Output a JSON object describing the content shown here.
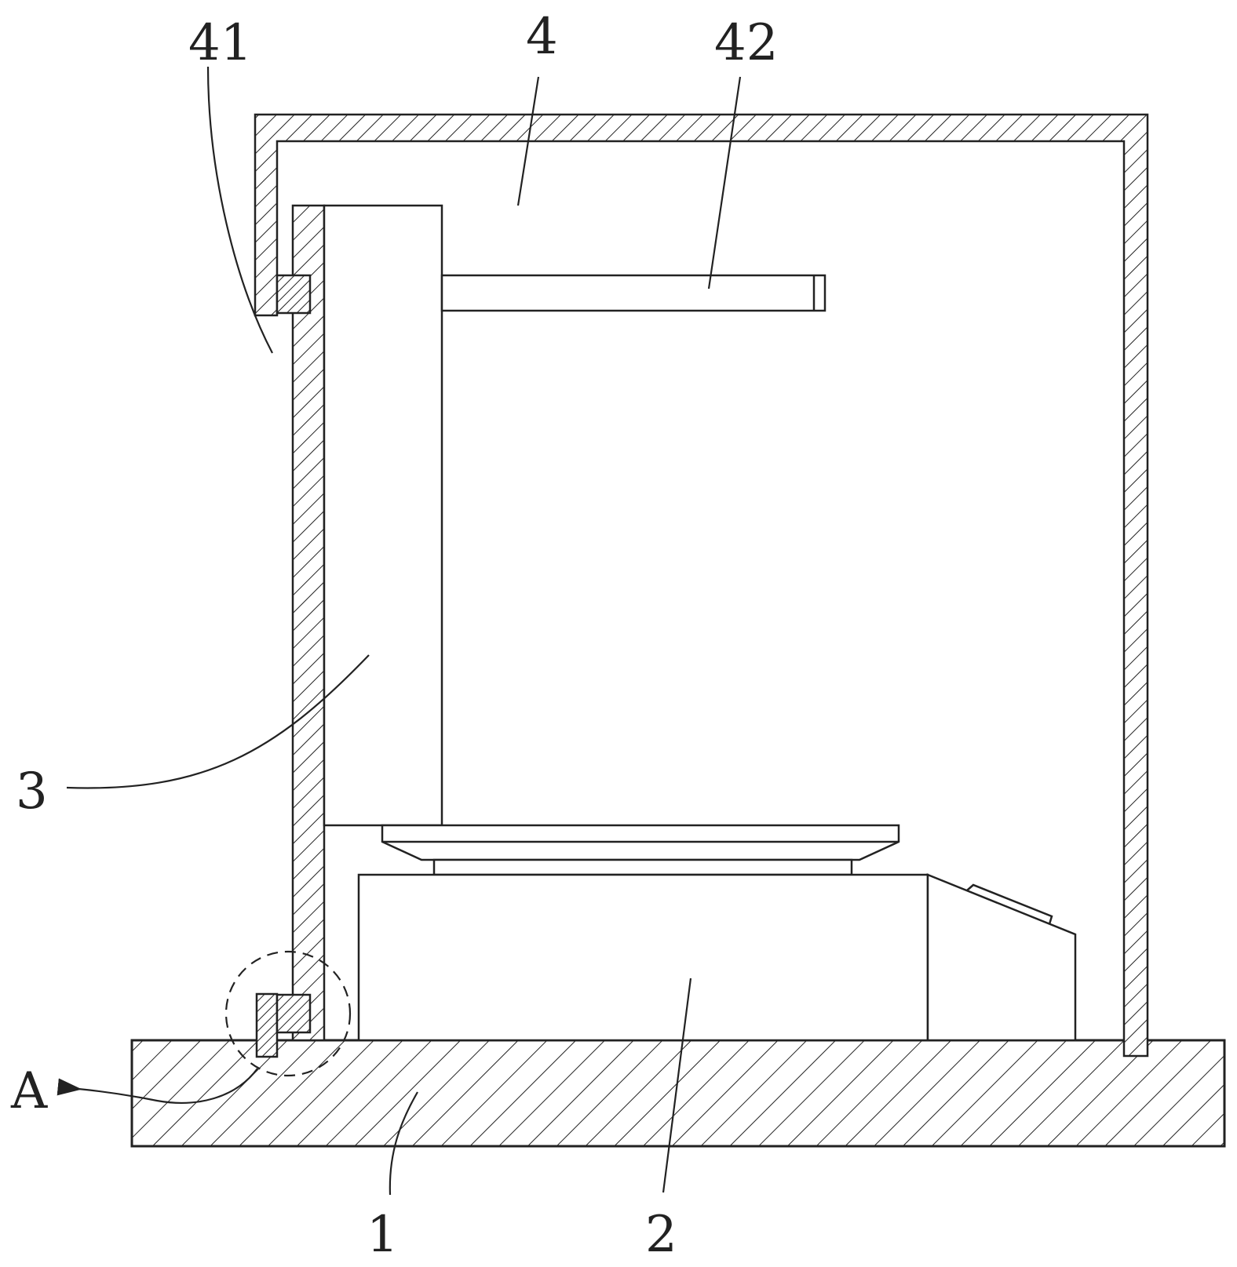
{
  "labels": {
    "l41": "41",
    "l4": "4",
    "l42": "42",
    "l3": "3",
    "lA": "A",
    "l1": "1",
    "l2": "2"
  },
  "colors": {
    "line": "#222222",
    "background": "#ffffff"
  }
}
